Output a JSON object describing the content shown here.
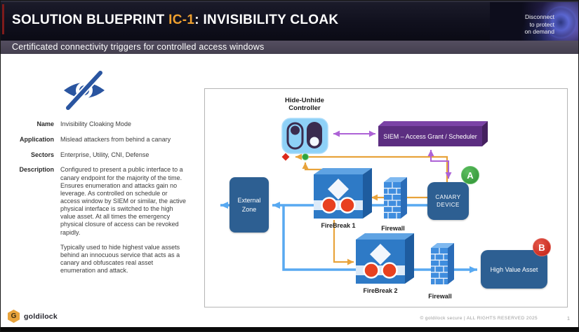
{
  "header": {
    "title_pre": "SOLUTION BLUEPRINT ",
    "title_code": "IC-1",
    "title_post": ": INVISIBILITY CLOAK",
    "tagline_line1": "Disconnect",
    "tagline_line2": "to protect",
    "tagline_line3": "on demand",
    "subtitle": "Certificated connectivity triggers for controlled access windows"
  },
  "info_panel": {
    "name_label": "Name",
    "name_value": "Invisibility Cloaking Mode",
    "application_label": "Application",
    "application_value": "Mislead attackers from behind a canary",
    "sectors_label": "Sectors",
    "sectors_value": "Enterprise, Utility, CNI, Defense",
    "description_label": "Description",
    "description_para1": "Configured to present a public interface to a canary endpoint for the majority of the time. Ensures enumeration and attacks gain no leverage. As controlled on schedule or access window by SIEM or similar, the active physical interface is switched to the high value asset.  At all times the emergency physical closure of access can be revoked rapidly.",
    "description_para2": "Typically used to hide highest value assets behind an innocuous service that acts as a canary and obfuscates real asset enumeration and attack."
  },
  "diagram": {
    "controller_label": "Hide-Unhide\nController",
    "siem_label": "SIEM – Access Grant / Scheduler",
    "external_zone_label": "External\nZone",
    "canary_label": "CANARY\nDEVICE",
    "hva_label": "High Value Asset",
    "firebreak1_label": "FireBreak 1",
    "firewall1_label": "Firewall",
    "firebreak2_label": "FireBreak 2",
    "firewall2_label": "Firewall",
    "badge_a": "A",
    "badge_b": "B",
    "colors": {
      "box_blue": "#2d5f92",
      "cube_blue": "#2e7ac6",
      "line_blue": "#58a9f1",
      "line_orange": "#e8a33b",
      "line_purple": "#ad62d6",
      "siem_purple": "#5c2e81",
      "controller_light_blue": "#8ed1f7",
      "badge_green": "#35a03a",
      "badge_red": "#d32b1e",
      "accent_orange": "#efa02f"
    }
  },
  "footer": {
    "brand_initial": "G",
    "brand": "goldilock",
    "copyright": "© goldilock secure   |   ALL RIGHTS RESERVED   2025",
    "page": "1"
  }
}
